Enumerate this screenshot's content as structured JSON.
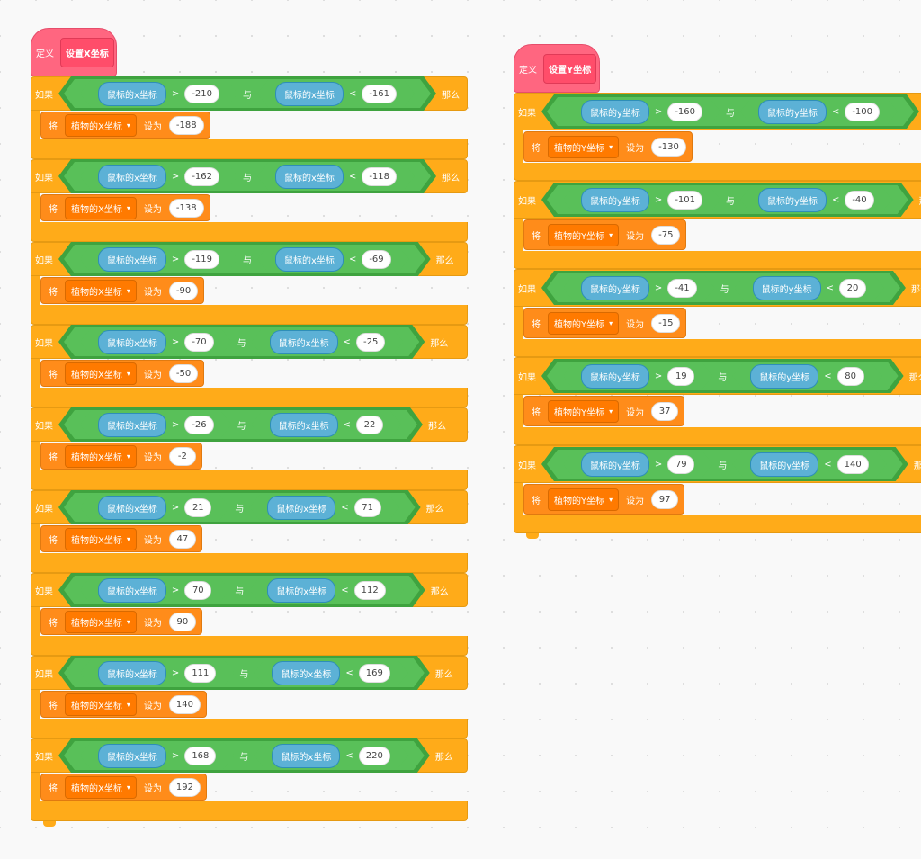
{
  "labels": {
    "define": "定义",
    "if": "如果",
    "then": "那么",
    "and": "与",
    "set": "将",
    "set_to": "设为",
    "gt": ">",
    "lt": "<",
    "caret": "▾"
  },
  "stacks": [
    {
      "proto": "设置X坐标",
      "reporter": "鼠标的x坐标",
      "variable": "植物的X坐标",
      "rules": [
        {
          "low": "-210",
          "high": "-161",
          "value": "-188"
        },
        {
          "low": "-162",
          "high": "-118",
          "value": "-138"
        },
        {
          "low": "-119",
          "high": "-69",
          "value": "-90"
        },
        {
          "low": "-70",
          "high": "-25",
          "value": "-50"
        },
        {
          "low": "-26",
          "high": "22",
          "value": "-2"
        },
        {
          "low": "21",
          "high": "71",
          "value": "47"
        },
        {
          "low": "70",
          "high": "112",
          "value": "90"
        },
        {
          "low": "111",
          "high": "169",
          "value": "140"
        },
        {
          "low": "168",
          "high": "220",
          "value": "192"
        }
      ]
    },
    {
      "proto": "设置Y坐标",
      "reporter": "鼠标的y坐标",
      "variable": "植物的Y坐标",
      "rules": [
        {
          "low": "-160",
          "high": "-100",
          "value": "-130"
        },
        {
          "low": "-101",
          "high": "-40",
          "value": "-75"
        },
        {
          "low": "-41",
          "high": "20",
          "value": "-15"
        },
        {
          "low": "19",
          "high": "80",
          "value": "37"
        },
        {
          "low": "79",
          "high": "140",
          "value": "97"
        }
      ]
    }
  ],
  "colors": {
    "control": "#ffab19",
    "operator": "#59c059",
    "sensing": "#5cb1d6",
    "variable": "#ff8c1a",
    "custom": "#ff6680"
  }
}
